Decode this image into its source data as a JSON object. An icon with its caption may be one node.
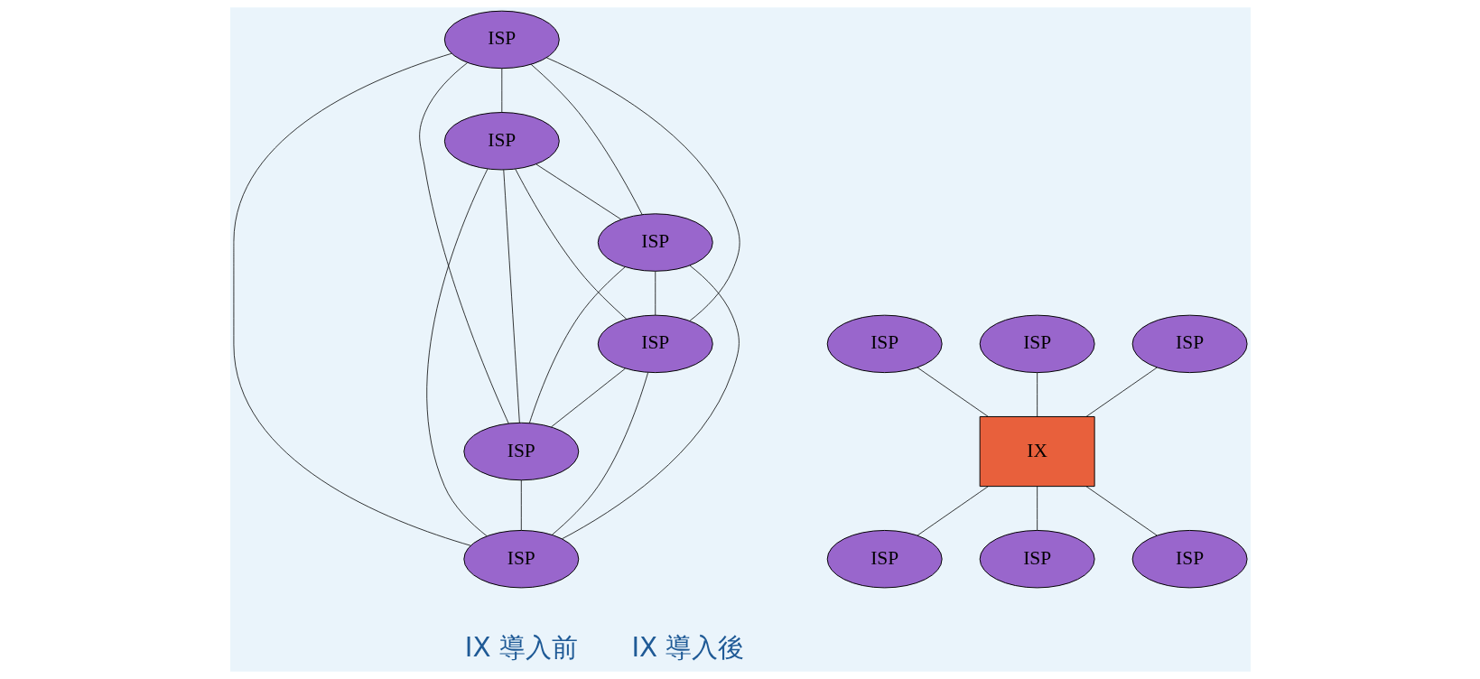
{
  "diagram": {
    "nodes": [
      {
        "text": [
          "ISP"
        ]
      },
      {
        "text": [
          "ISP"
        ]
      },
      {
        "text": [
          "ISP"
        ]
      },
      {
        "text": [
          "ISP"
        ]
      },
      {
        "text": [
          "ISP"
        ]
      },
      {
        "text": [
          "ISP"
        ]
      },
      {
        "text": [
          "ISP"
        ]
      },
      {
        "text": [
          "ISP"
        ]
      },
      {
        "text": [
          "ISP"
        ]
      },
      {
        "text": [
          "IX"
        ]
      },
      {
        "text": [
          "ISP"
        ]
      },
      {
        "text": [
          "ISP"
        ]
      },
      {
        "text": [
          "ISP"
        ]
      }
    ],
    "edges": [
      {
        "from": 0,
        "to": 1,
        "arrow": "none"
      },
      {
        "from": 0,
        "to": 2,
        "arrow": "none"
      },
      {
        "from": 0,
        "to": 3,
        "arrow": "none"
      },
      {
        "from": 0,
        "to": 4,
        "arrow": "none"
      },
      {
        "from": 0,
        "to": 5,
        "arrow": "none"
      },
      {
        "from": 1,
        "to": 2,
        "arrow": "none"
      },
      {
        "from": 1,
        "to": 3,
        "arrow": "none"
      },
      {
        "from": 1,
        "to": 4,
        "arrow": "none"
      },
      {
        "from": 1,
        "to": 5,
        "arrow": "none"
      },
      {
        "from": 2,
        "to": 3,
        "arrow": "none"
      },
      {
        "from": 2,
        "to": 4,
        "arrow": "none"
      },
      {
        "from": 2,
        "to": 5,
        "arrow": "none"
      },
      {
        "from": 3,
        "to": 4,
        "arrow": "none"
      },
      {
        "from": 3,
        "to": 5,
        "arrow": "none"
      },
      {
        "from": 4,
        "to": 5,
        "arrow": "none"
      },
      {
        "from": 6,
        "to": 9,
        "arrow": "none"
      },
      {
        "from": 7,
        "to": 9,
        "arrow": "none"
      },
      {
        "from": 8,
        "to": 9,
        "arrow": "none"
      },
      {
        "from": 9,
        "to": 10,
        "arrow": "none"
      },
      {
        "from": 9,
        "to": 11,
        "arrow": "none"
      },
      {
        "from": 9,
        "to": 12,
        "arrow": "none"
      }
    ],
    "labels": [
      "IX 導入前",
      "IX 導入後"
    ]
  }
}
